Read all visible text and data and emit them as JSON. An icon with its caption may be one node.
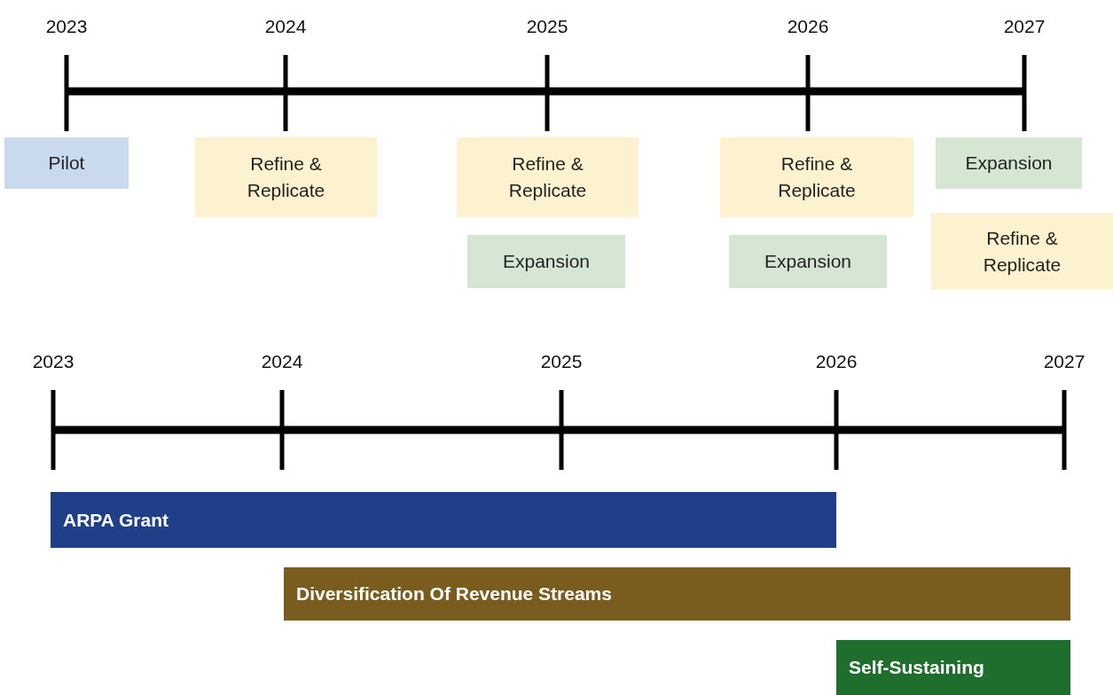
{
  "diagram": {
    "nodes": [
      {
        "text": [
          "Pilot"
        ]
      },
      {
        "text": [
          "Refine & Replicate"
        ]
      },
      {
        "text": [
          "Refine & Replicate"
        ]
      },
      {
        "text": [
          "Refine & Replicate"
        ]
      },
      {
        "text": [
          "Expansion"
        ]
      },
      {
        "text": [
          "Expansion"
        ]
      },
      {
        "text": [
          "Expansion"
        ]
      },
      {
        "text": [
          "Refine & Replicate"
        ]
      },
      {
        "text": [
          "ARPA Grant"
        ]
      },
      {
        "text": [
          "Diversification Of Revenue Streams"
        ]
      },
      {
        "text": [
          "Self-Sustaining"
        ]
      }
    ],
    "labels": [
      "2023",
      "2024",
      "2025",
      "2026",
      "2027",
      "2023",
      "2024",
      "2025",
      "2026",
      "2027"
    ]
  }
}
